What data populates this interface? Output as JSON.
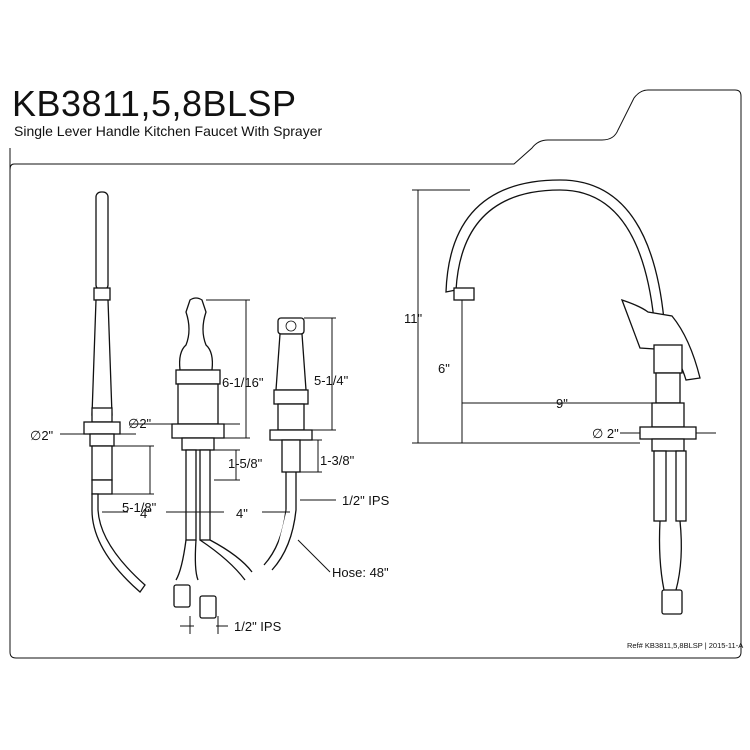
{
  "header": {
    "model": "KB3811,5,8BLSP",
    "description": "Single Lever Handle Kitchen Faucet With Sprayer"
  },
  "dimensions": {
    "dia_2_left": "∅2\"",
    "dia_2_center": "∅2\"",
    "height_5_1_8": "5-1/8\"",
    "height_6_1_16": "6-1/16\"",
    "height_1_5_8": "1-5/8\"",
    "spacing_4_left": "4\"",
    "spacing_4_right": "4\"",
    "sprayer_5_1_4": "5-1/4\"",
    "sprayer_1_3_8": "1-3/8\"",
    "sprayer_ips": "1/2\" IPS",
    "hose_length": "Hose: 48\"",
    "supply_ips": "1/2\" IPS",
    "spout_height_11": "11\"",
    "spout_clearance_6": "6\"",
    "spout_reach_9": "9\"",
    "dia_2_right": "∅ 2\""
  },
  "footer": {
    "reference": "Ref# KB3811,5,8BLSP | 2015-11-A"
  }
}
